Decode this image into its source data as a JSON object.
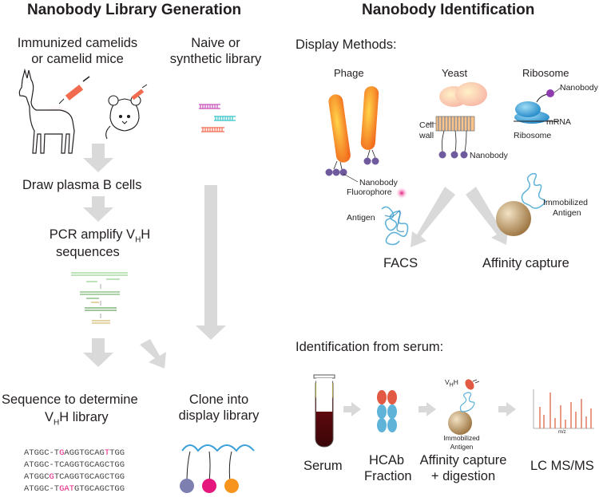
{
  "left": {
    "title": "Nanobody Library Generation",
    "immunized": "Immunized camelids\nor camelid mice",
    "naive": "Naive or\nsynthetic library",
    "draw_b_cells": "Draw plasma B cells",
    "pcr_1": "PCR amplify V",
    "pcr_sub": "H",
    "pcr_2": "H",
    "pcr_3": "sequences",
    "seq_1": "Sequence to determine",
    "seq_v": "V",
    "seq_sub": "H",
    "seq_2": "H library",
    "clone": "Clone into\ndisplay library",
    "sequences": [
      [
        [
          "ATGGC-T",
          ""
        ],
        [
          "G",
          "m"
        ],
        [
          "AGGTGCAG",
          ""
        ],
        [
          "T",
          "m"
        ],
        [
          "TGG",
          ""
        ]
      ],
      [
        [
          "ATGGC-TCAGGTGCAGCTGG",
          ""
        ]
      ],
      [
        [
          "ATGGC",
          ""
        ],
        [
          "G",
          "m"
        ],
        [
          "TCAGGTGCAGCTGG",
          ""
        ]
      ],
      [
        [
          "ATGGC-T",
          ""
        ],
        [
          "GAT",
          "m"
        ],
        [
          "GTGCAGCTGG",
          ""
        ]
      ]
    ]
  },
  "right": {
    "title": "Nanobody Identification",
    "display_methods": "Display Methods:",
    "phage": "Phage",
    "yeast": "Yeast",
    "ribosome_title": "Ribosome",
    "nanobody_phage": "Nanobody",
    "nanobody_yeast": "Nanobody",
    "nanobody_ribo": "Nanobody",
    "cell": "Cell",
    "wall": "wall",
    "mrna": "mRNA",
    "ribosome_label": "Ribosome",
    "fluorophore": "Fluorophore",
    "antigen": "Antigen",
    "immobilized_1": "Immobilized",
    "antigen_2": "Antigen",
    "facs": "FACS",
    "affinity_capture": "Affinity capture",
    "serum_title": "Identification from serum:",
    "serum": "Serum",
    "hcab": "HCAb\nFraction",
    "affinity_digest": "Affinity capture\n+ digestion",
    "lcms": "LC MS/MS",
    "vhh_v": "V",
    "vhh_sub": "H",
    "vhh_h": "H",
    "immob_small": "Immobilized\nAntigen",
    "mz": "m/z"
  },
  "colors": {
    "arrow": "#d9d9d9",
    "phage": "#f7941d",
    "nanobody_purple": "#6f5a9e",
    "magenta": "#e5177c",
    "bead": "#a07a45",
    "antigen_blue": "#5fb3d9",
    "ms_peak": "#e07a5f"
  },
  "icons": [
    "llama-icon",
    "mouse-icon",
    "syringe-icon",
    "dna-library-icon",
    "pcr-bands-icon",
    "phage-icon",
    "yeast-icon",
    "ribosome-icon",
    "antigen-icon",
    "bead-icon",
    "serum-tube-icon",
    "hcab-icon",
    "ms-spectrum-icon"
  ]
}
